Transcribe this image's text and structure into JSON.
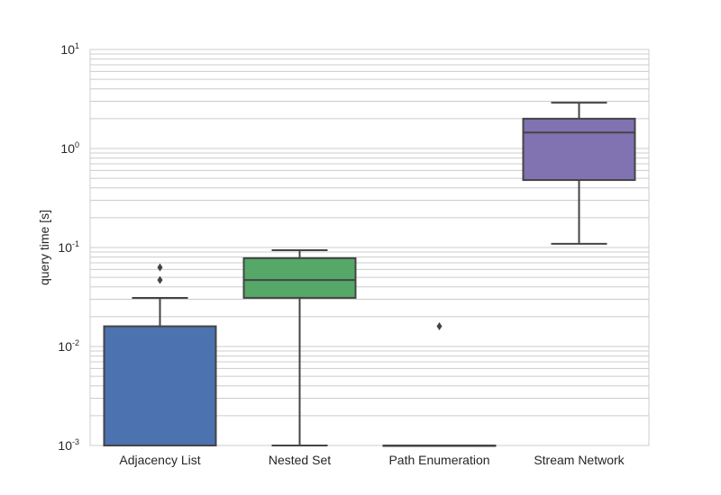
{
  "chart_data": {
    "type": "box",
    "title": "",
    "xlabel": "",
    "ylabel": "query time [s]",
    "yscale": "log",
    "ylim": [
      0.001,
      10
    ],
    "grid": true,
    "ytick_labels": [
      {
        "base": "10",
        "exp": "-3",
        "value": 0.001
      },
      {
        "base": "10",
        "exp": "-2",
        "value": 0.01
      },
      {
        "base": "10",
        "exp": "-1",
        "value": 0.1
      },
      {
        "base": "10",
        "exp": "0",
        "value": 1
      },
      {
        "base": "10",
        "exp": "1",
        "value": 10
      }
    ],
    "categories": [
      "Adjacency List",
      "Nested Set",
      "Path Enumeration",
      "Stream Network"
    ],
    "boxes": [
      {
        "category": "Adjacency List",
        "color": "#4c72b0",
        "whisker_low": 0.001,
        "q1": 0.001,
        "median": 0.001,
        "q3": 0.016,
        "whisker_high": 0.031,
        "outliers": [
          0.047,
          0.063
        ]
      },
      {
        "category": "Nested Set",
        "color": "#55a868",
        "whisker_low": 0.001,
        "q1": 0.031,
        "median": 0.047,
        "q3": 0.078,
        "whisker_high": 0.094,
        "outliers": []
      },
      {
        "category": "Path Enumeration",
        "color": "#c44e52",
        "whisker_low": 0.001,
        "q1": 0.001,
        "median": 0.001,
        "q3": 0.001,
        "whisker_high": 0.001,
        "outliers": [
          0.016
        ]
      },
      {
        "category": "Stream Network",
        "color": "#8172b2",
        "whisker_low": 0.109,
        "q1": 0.48,
        "median": 1.45,
        "q3": 2.0,
        "whisker_high": 2.9,
        "outliers": []
      }
    ]
  }
}
